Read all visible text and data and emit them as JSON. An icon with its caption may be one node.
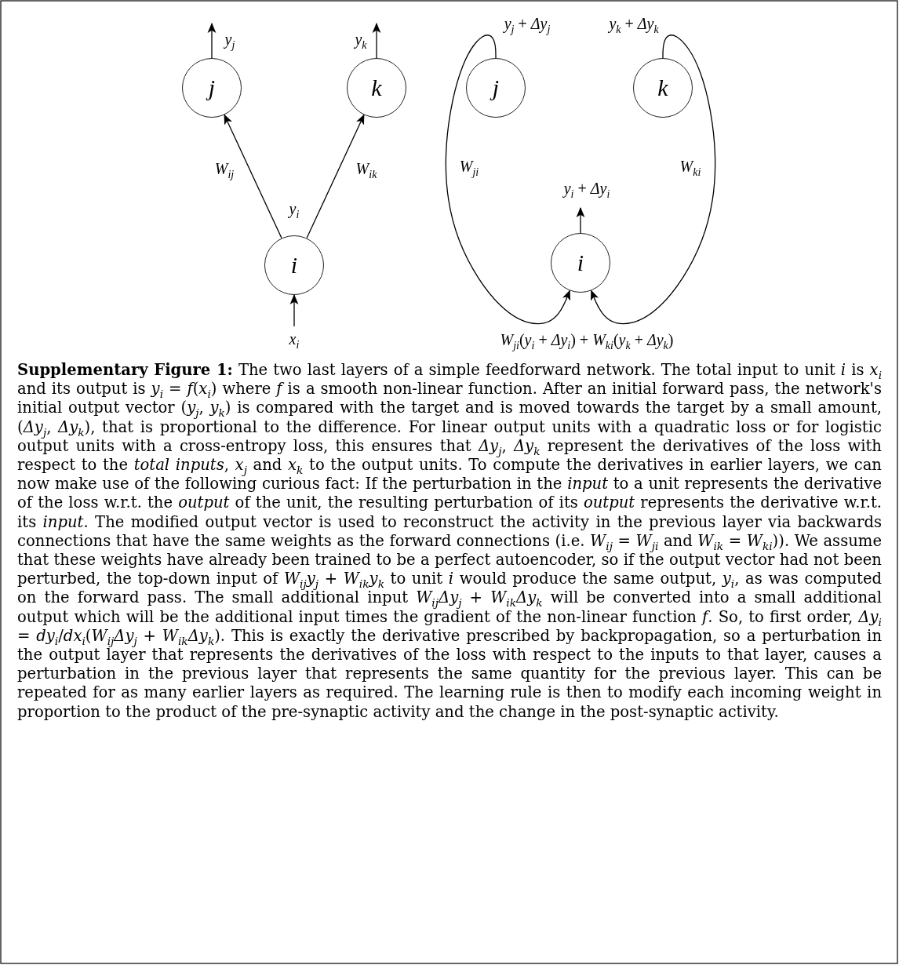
{
  "diagram": {
    "caption": "**Supplementary Figure 1:** The two last layers of a simple feedforward network. The total input to unit *i* is *x*$_{i}$ and its output is *y*$_{i}$ = *f*(*x*$_{i}$) where *f* is a smooth non-linear function. After an initial forward pass, the network's initial output vector (*y*$_{j}$, *y*$_{k}$) is compared with the target and is moved towards the target by a small amount, (*Δy*$_{j}$, *Δy*$_{k}$), that is proportional to the difference. For linear output units with a quadratic loss or for logistic output units with a cross-entropy loss, this ensures that *Δy*$_{j}$, *Δy*$_{k}$ represent the derivatives of the loss with respect to the *total inputs*, *x*$_{j}$ and *x*$_{k}$ to the output units. To compute the derivatives in earlier layers, we can now make use of the following curious fact: If the perturbation in the *input* to a unit represents the derivative of the loss w.r.t. the *output* of the unit, the resulting perturbation of its *output* represents the derivative w.r.t. its *input*. The modified output vector is used to reconstruct the activity in the previous layer via backwards connections that have the same weights as the forward connections (i.e. *W*$_{ij}$ = *W*$_{ji}$ and *W*$_{ik}$ = *W*$_{ki}$)). We assume that these weights have already been trained to be a perfect autoencoder, so if the output vector had not been perturbed, the top-down input of *W*$_{ij}$*y*$_{j}$ + *W*$_{ik}$*y*$_{k}$ to unit *i* would produce the same output, *y*$_{i}$, as was computed on the forward pass. The small additional input *W*$_{ij}$*Δy*$_{j}$ + *W*$_{ik}$*Δy*$_{k}$ will be converted into a small additional output which will be the additional input times the gradient of the non-linear function *f*. So, to first order, *Δy*$_{i}$ = *dy*$_{i}$/*dx*$_{i}$(*W*$_{ij}$*Δy*$_{j}$ + *W*$_{ik}$*Δy*$_{k}$). This is exactly the derivative prescribed by backpropagation, so a perturbation in the output layer that represents the derivatives of the loss with respect to the inputs to that layer, causes a perturbation in the previous layer that represents the same quantity for the previous layer. This can be repeated for as many earlier layers as required. The learning rule is then to modify each incoming weight in proportion to the product of the pre-synaptic activity and the change in the post-synaptic activity.",
    "nodes": [
      {
        "text": [
          "j"
        ]
      },
      {
        "text": [
          "k"
        ]
      },
      {
        "text": [
          "i"
        ]
      },
      {
        "text": [
          "j"
        ]
      },
      {
        "text": [
          "k"
        ]
      },
      {
        "text": [
          "i"
        ]
      }
    ],
    "edges": [
      {
        "from": 2,
        "to": 0,
        "arrow": "to",
        "label": "*W*$_{ij}$"
      },
      {
        "from": 2,
        "to": 1,
        "arrow": "to",
        "label": "*W*$_{ik}$"
      },
      {
        "from": 0,
        "to": null,
        "arrow": "to",
        "label": "*y*$_{j}$"
      },
      {
        "from": 1,
        "to": null,
        "arrow": "to",
        "label": "*y*$_{k}$"
      },
      {
        "from": null,
        "to": 2,
        "arrow": "to",
        "label": "*x*$_{i}$"
      },
      {
        "from": 3,
        "to": 5,
        "arrow": "to",
        "label": "*W*$_{ji}$"
      },
      {
        "from": 4,
        "to": 5,
        "arrow": "to",
        "label": "*W*$_{ki}$"
      },
      {
        "from": 5,
        "to": null,
        "arrow": "to",
        "label": "*y*$_{i}$ + *Δy*$_{i}$"
      }
    ],
    "labels": [
      "*y*$_{j}$ + *Δy*$_{j}$",
      "*y*$_{k}$ + *Δy*$_{k}$",
      "*y*$_{i}$",
      "*W*$_{ji}$(*y*$_{i}$ + *Δy*$_{i}$) + *W*$_{ki}$(*y*$_{k}$ + *Δy*$_{k}$)"
    ]
  }
}
